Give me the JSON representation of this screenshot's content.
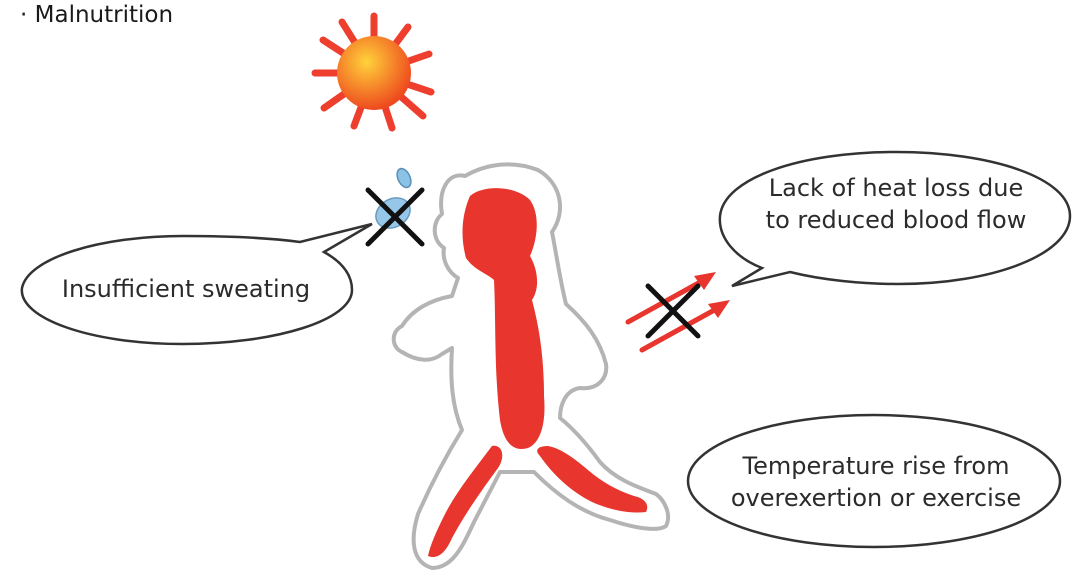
{
  "header": {
    "bullet_symbol": "·",
    "bullet_item": "Malnutrition"
  },
  "bubbles": {
    "sweating": {
      "lines": [
        "Insufficient sweating"
      ]
    },
    "blood_flow": {
      "lines": [
        "Lack of heat loss due",
        "to reduced blood flow"
      ]
    },
    "exercise": {
      "lines": [
        "Temperature rise from",
        "overexertion or exercise"
      ]
    }
  },
  "colors": {
    "body_red": "#e8352d",
    "arrow_red": "#e8352d",
    "sun_ray": "#ee3e2e",
    "sun_core_light": "#ffd23a",
    "sun_core_dark": "#ee4a1e",
    "outline_grey": "#b4b4b4",
    "bubble_stroke": "#333333",
    "cross": "#111111",
    "drop_blue": "#8cc2e6"
  },
  "icons": {
    "sun": "sun-icon",
    "drop": "sweat-drop-icon",
    "cross": "cross-mark-icon",
    "arrows": "heat-arrows-icon"
  }
}
